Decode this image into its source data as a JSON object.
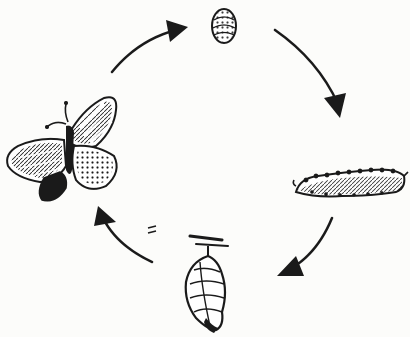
{
  "diagram": {
    "kind": "life-cycle",
    "stages": [
      {
        "id": "egg",
        "icon": "egg-icon"
      },
      {
        "id": "larva",
        "icon": "caterpillar-icon"
      },
      {
        "id": "pupa",
        "icon": "chrysalis-icon"
      },
      {
        "id": "adult",
        "icon": "butterfly-icon"
      }
    ],
    "arrows": [
      {
        "from": "adult",
        "to": "egg"
      },
      {
        "from": "egg",
        "to": "larva"
      },
      {
        "from": "larva",
        "to": "pupa"
      },
      {
        "from": "pupa",
        "to": "adult"
      }
    ],
    "stray_mark": "=",
    "ink_color": "#1a1a1a",
    "paper_color": "#fcfcfa"
  }
}
